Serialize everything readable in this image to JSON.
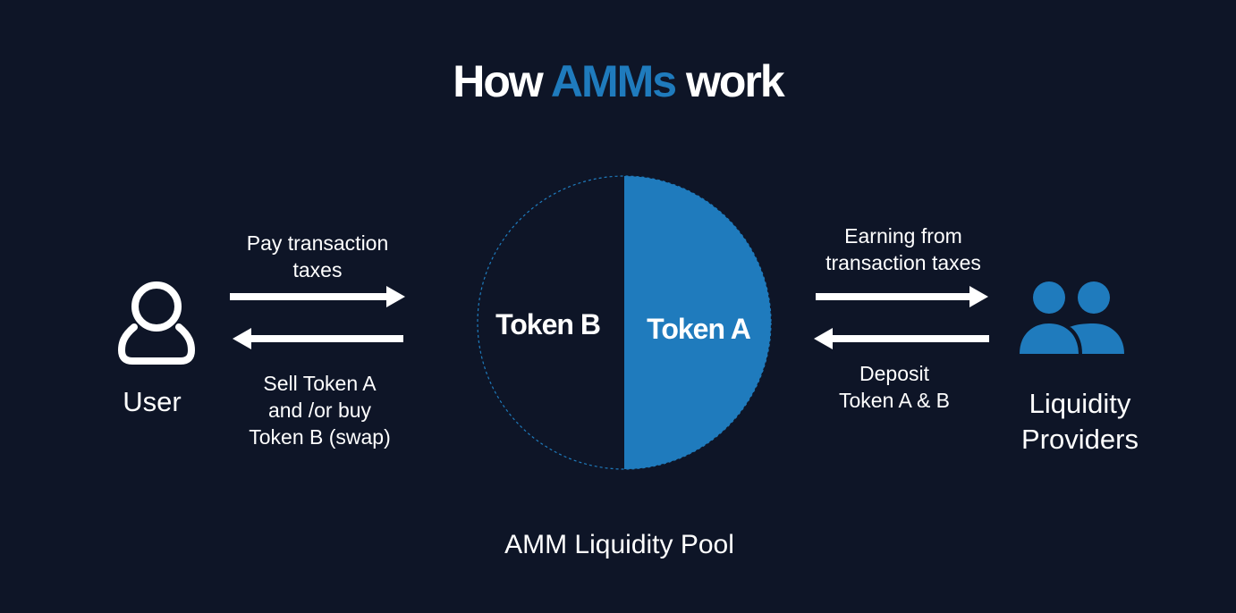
{
  "title": {
    "prefix": "How",
    "accent": "AMMs",
    "suffix": "work"
  },
  "colors": {
    "background": "#0e1527",
    "accent": "#1f7bbd",
    "text": "#ffffff"
  },
  "user": {
    "label": "User",
    "icon": "user-outline-icon"
  },
  "providers": {
    "label_line1": "Liquidity",
    "label_line2": "Providers",
    "icon": "users-group-icon"
  },
  "pool": {
    "label": "AMM Liquidity Pool",
    "left_half": "Token B",
    "right_half": "Token A"
  },
  "left_arrows": {
    "top_label_line1": "Pay transaction",
    "top_label_line2": "taxes",
    "bottom_label_line1": "Sell Token A",
    "bottom_label_line2": "and /or buy",
    "bottom_label_line3": "Token B (swap)"
  },
  "right_arrows": {
    "top_label_line1": "Earning from",
    "top_label_line2": "transaction taxes",
    "bottom_label_line1": "Deposit",
    "bottom_label_line2": "Token A & B"
  }
}
